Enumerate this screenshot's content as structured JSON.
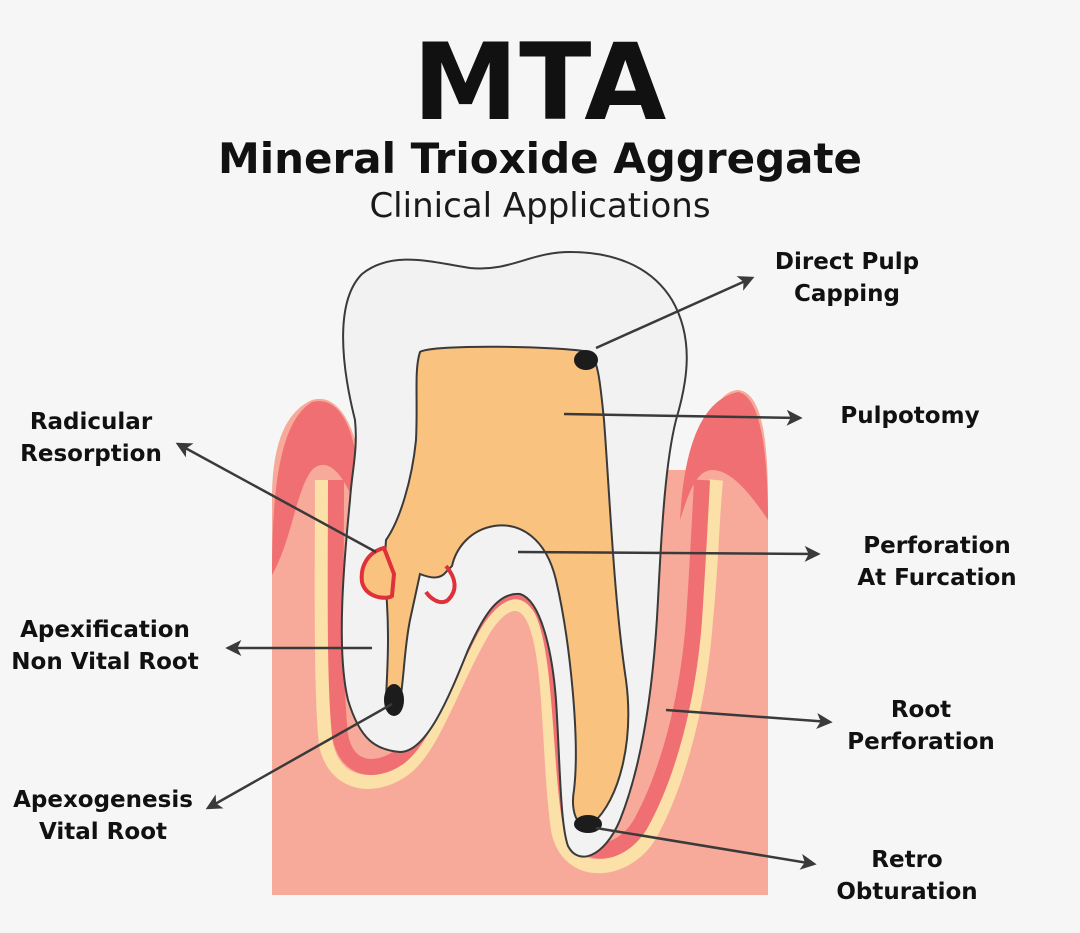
{
  "title": {
    "main": "MTA",
    "subtitle": "Mineral Trioxide Aggregate",
    "caption": "Clinical Applications"
  },
  "labels": {
    "direct_pulp_capping": [
      "Direct Pulp",
      "Capping"
    ],
    "pulpotomy": [
      "Pulpotomy"
    ],
    "radicular_resorption": [
      "Radicular",
      "Resorption"
    ],
    "perforation_at_furcation": [
      "Perforation",
      "At Furcation"
    ],
    "apexification": [
      "Apexification",
      "Non Vital Root"
    ],
    "root_perforation": [
      "Root",
      "Perforation"
    ],
    "apexogenesis": [
      "Apexogenesis",
      "Vital Root"
    ],
    "retro_obturation": [
      "Retro",
      "Obturation"
    ]
  },
  "colors": {
    "background": "#f6f6f6",
    "gum_base": "#f8aa9a",
    "gum_dark": "#ef6f73",
    "bone_line": "#fbe0a8",
    "enamel": "#f2f2f2",
    "pulp": "#f9c27e",
    "resorption": "#e0303a",
    "mta_plug": "#1c1c1c",
    "arrow": "#3a3a3a"
  }
}
